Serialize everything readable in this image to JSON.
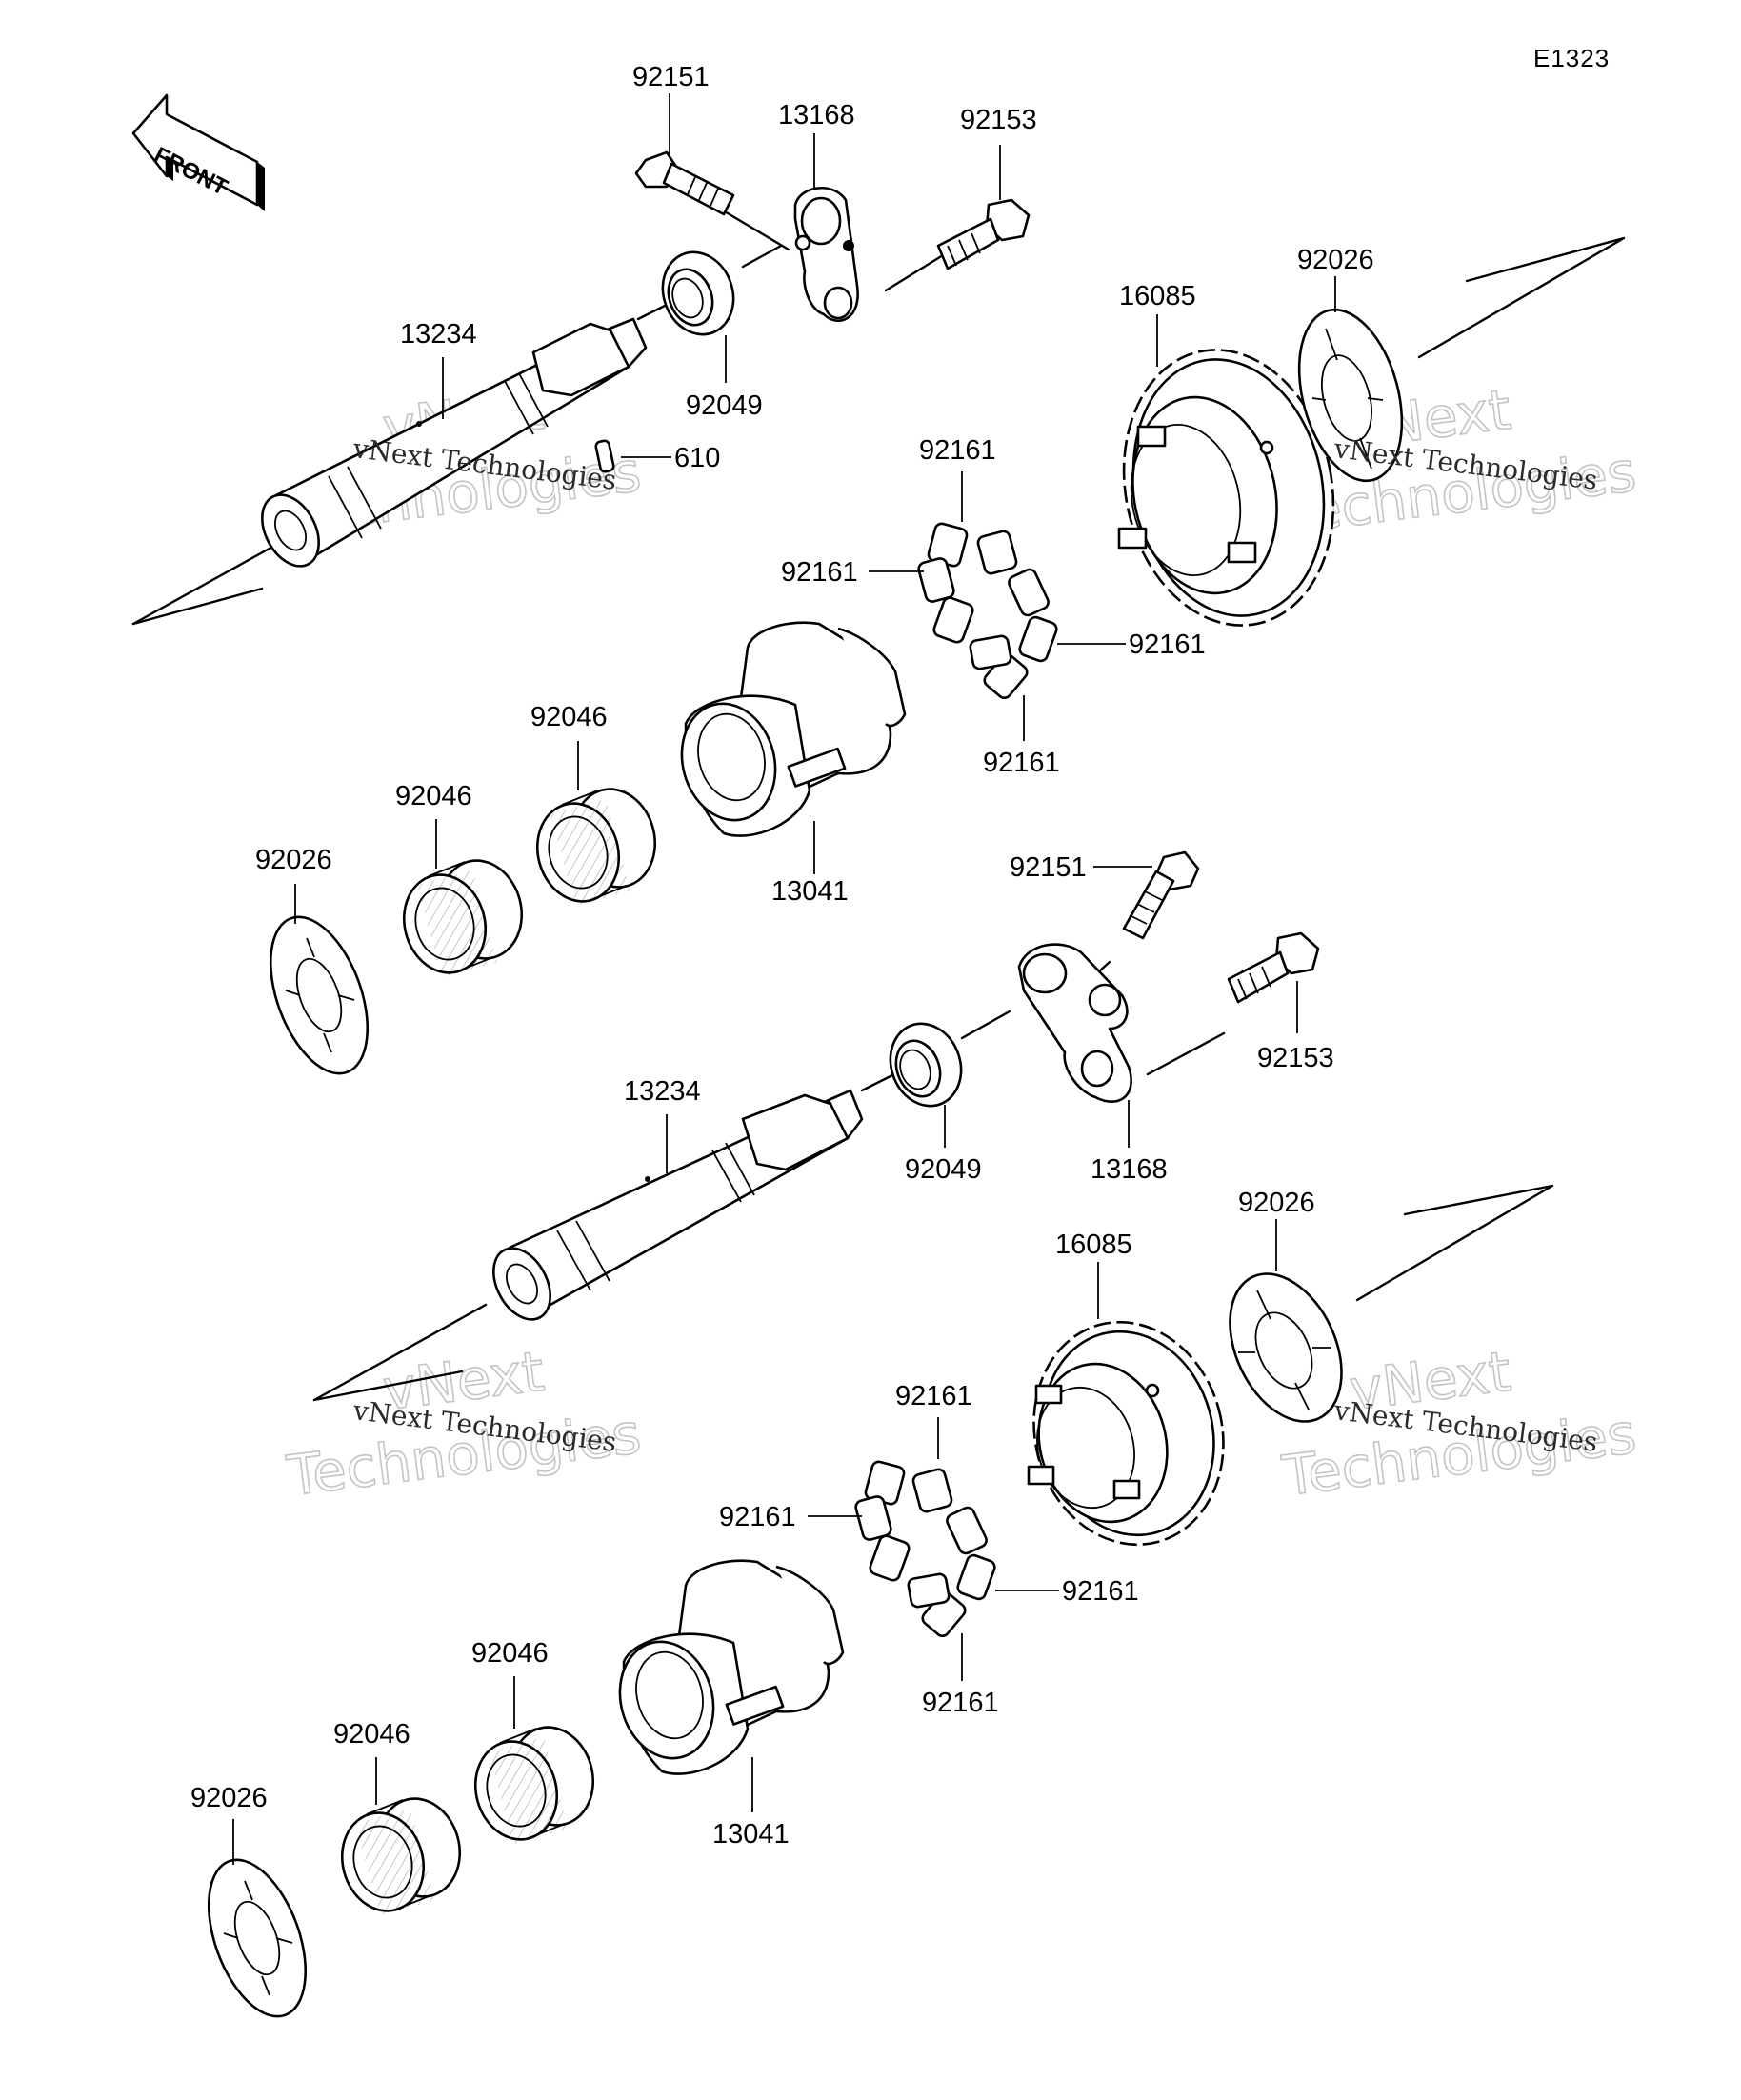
{
  "diagram_code": "E1323",
  "front_marker": "FRONT",
  "watermarks": [
    {
      "big1": "vNext",
      "small": "vNext Technologies",
      "big2": "Technologies"
    },
    {
      "big1": "vNext",
      "small": "vNext Technologies",
      "big2": "Technologies"
    },
    {
      "big1": "vNext",
      "small": "vNext Technologies",
      "big2": "Technologies"
    },
    {
      "big1": "vNext",
      "small": "vNext Technologies",
      "big2": "Technologies"
    }
  ],
  "upper_assembly": {
    "bolt_a": "92151",
    "bracket": "13168",
    "bolt_b": "92153",
    "gear": "16085",
    "washer_right": "92026",
    "shaft": "13234",
    "oil_seal": "92049",
    "pin": "610",
    "damper_top": "92161",
    "damper_left": "92161",
    "damper_right": "92161",
    "damper_bottom": "92161",
    "bearing_inner": "92046",
    "bearing_outer": "92046",
    "hub": "13041",
    "washer_left": "92026"
  },
  "lower_assembly": {
    "bolt_a": "92151",
    "bolt_b": "92153",
    "oil_seal": "92049",
    "shaft": "13234",
    "bracket": "13168",
    "washer_right": "92026",
    "gear": "16085",
    "damper_top": "92161",
    "damper_left": "92161",
    "damper_right": "92161",
    "damper_bottom": "92161",
    "bearing_inner": "92046",
    "bearing_outer": "92046",
    "hub": "13041",
    "washer_left": "92026"
  }
}
